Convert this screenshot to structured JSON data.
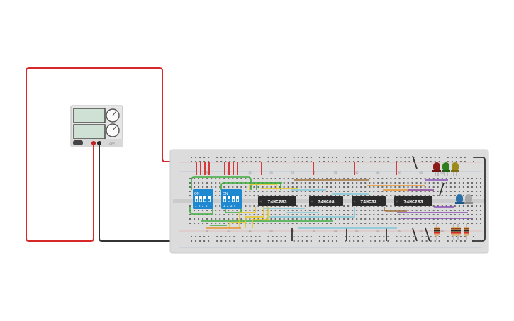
{
  "power_supply": {
    "display_top": "",
    "display_bottom": "",
    "off_label": "OFF",
    "terminal_minus": "-",
    "terminal_plus": "+"
  },
  "breadboard": {
    "column_labels": [
      "5",
      "10",
      "15",
      "20",
      "25",
      "30",
      "35",
      "40",
      "45",
      "50",
      "55",
      "60"
    ]
  },
  "dip_switches": [
    {
      "on_label": "ON",
      "numbers": "1 2 3 4"
    },
    {
      "on_label": "ON",
      "numbers": "1 2 3 4"
    }
  ],
  "chips": [
    {
      "label": "74HC283"
    },
    {
      "label": "74HC08"
    },
    {
      "label": "74HC32"
    },
    {
      "label": "74HC283"
    }
  ],
  "leds": [
    {
      "color": "red"
    },
    {
      "color": "green"
    },
    {
      "color": "yellow"
    },
    {
      "color": "blue"
    },
    {
      "color": "white"
    }
  ],
  "colors": {
    "wire_red": "#d62828",
    "wire_black": "#333333",
    "wire_green": "#3cab3c",
    "wire_yellow": "#e8c51c",
    "wire_cyan": "#7fc8d8",
    "wire_orange": "#e8922a",
    "wire_purple": "#8a4cb8",
    "wire_brown": "#a0703c",
    "board": "#dcdcdc",
    "chip": "#2b2b2b",
    "dip_blue": "#1e88d0"
  }
}
